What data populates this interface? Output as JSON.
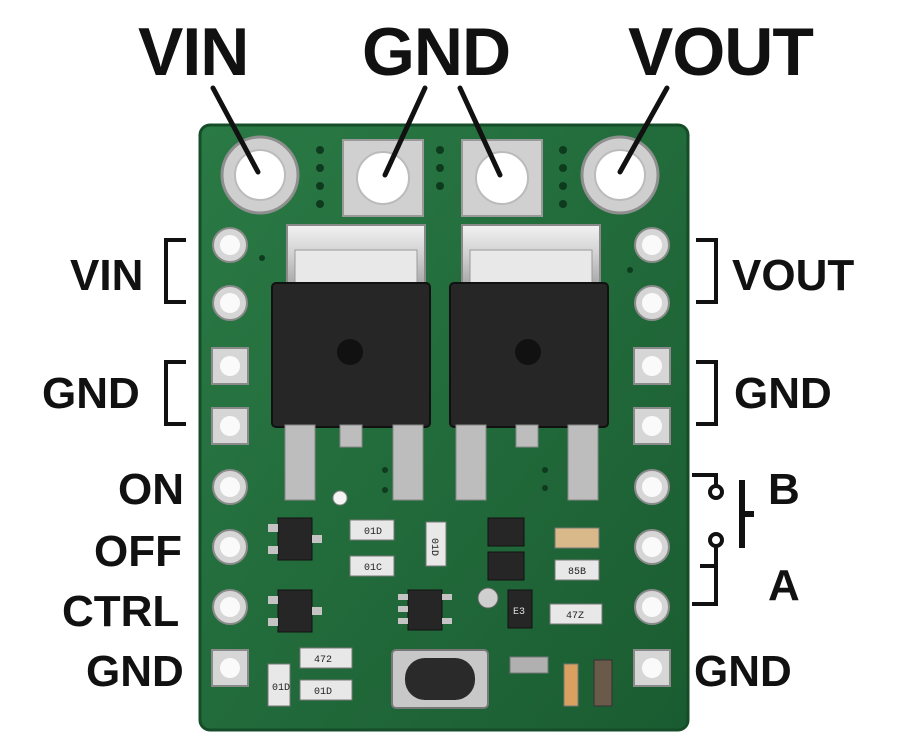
{
  "top_labels": {
    "vin": "VIN",
    "gnd": "GND",
    "vout": "VOUT"
  },
  "left_labels": {
    "vin": "VIN",
    "gnd": "GND",
    "on": "ON",
    "off": "OFF",
    "ctrl": "CTRL",
    "gnd_bottom": "GND"
  },
  "right_labels": {
    "vout": "VOUT",
    "gnd": "GND",
    "b": "B",
    "a": "A",
    "gnd_bottom": "GND"
  },
  "chip_markings": {
    "r1": "01D",
    "r2": "01C",
    "r3": "01D",
    "r4": "85B",
    "r5": "47Z",
    "r6": "472",
    "r7": "01D",
    "r8": "01D",
    "r9": "E3"
  },
  "colors": {
    "pcb": "#1f6b3a",
    "pad": "#d8d8d8",
    "mosfet": "#262626",
    "text": "#111111"
  }
}
